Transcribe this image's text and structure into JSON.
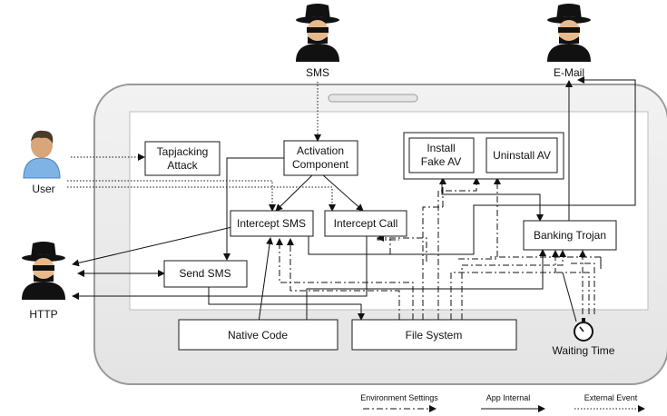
{
  "actors": {
    "sms": "SMS",
    "email": "E-Mail",
    "user": "User",
    "http": "HTTP"
  },
  "components": {
    "tapjacking_line1": "Tapjacking",
    "tapjacking_line2": "Attack",
    "activation_line1": "Activation",
    "activation_line2": "Component",
    "install_line1": "Install",
    "install_line2": "Fake AV",
    "uninstall": "Uninstall AV",
    "intercept_sms": "Intercept SMS",
    "intercept_call": "Intercept Call",
    "banking_trojan": "Banking Trojan",
    "send_sms": "Send SMS",
    "native_code": "Native Code",
    "file_system": "File System",
    "waiting_time": "Waiting Time"
  },
  "legend": {
    "environment": "Environment Settings",
    "internal": "App Internal",
    "external": "External Event"
  }
}
